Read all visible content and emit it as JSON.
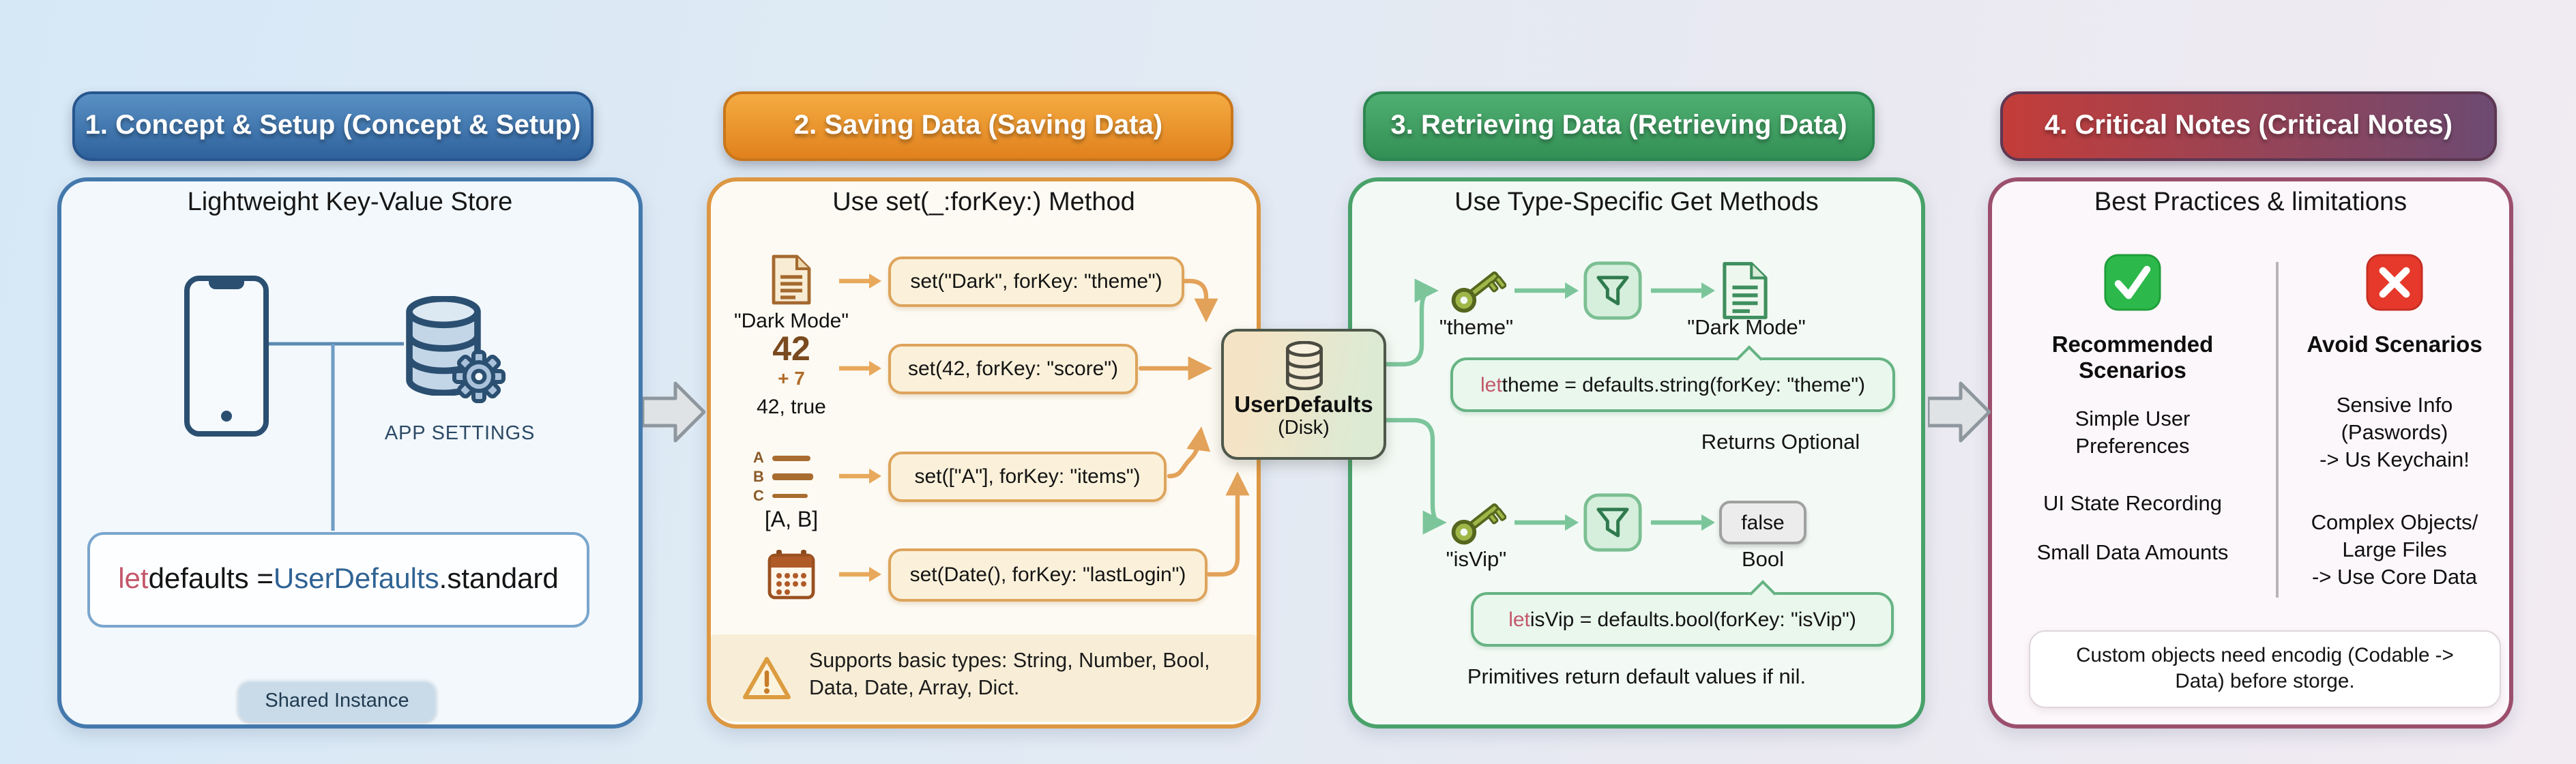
{
  "panel1": {
    "header": "1. Concept & Setup (Concept & Setup)",
    "subtitle": "Lightweight Key-Value Store",
    "app_settings_label": "APP SETTINGS",
    "code": {
      "kw": "let",
      "mid": " defaults = ",
      "cls": "UserDefaults",
      "tail": ".standard"
    },
    "badge": "Shared Instance"
  },
  "panel2": {
    "header": "2. Saving Data (Saving Data)",
    "subtitle": "Use set(_:forKey:) Method",
    "rows": [
      {
        "label": "\"Dark Mode\"",
        "code": "set(\"Dark\", forKey: \"theme\")"
      },
      {
        "value_main": "42",
        "value_extra": "+ 7",
        "label": "42, true",
        "code": "set(42, forKey: \"score\")"
      },
      {
        "list_letters": [
          "A",
          "B",
          "C"
        ],
        "label": "[A, B]",
        "code": "set([\"A\"], forKey: \"items\")"
      },
      {
        "code": "set(Date(), forKey: \"lastLogin\")"
      }
    ],
    "note": "Supports basic types: String, Number, Bool, Data, Date, Array, Dict."
  },
  "hub": {
    "title": "UserDefaults",
    "subtitle": "(Disk)"
  },
  "panel3": {
    "header": "3. Retrieving Data (Retrieving Data)",
    "subtitle": "Use Type-Specific Get Methods",
    "flow1": {
      "key_label": "\"theme\"",
      "result_label": "\"Dark Mode\"",
      "code_kw": "let",
      "code_body": " theme = defaults.string(forKey: \"theme\")",
      "note": "Returns Optional"
    },
    "flow2": {
      "key_label": "\"isVip\"",
      "result_value": "false",
      "result_type": "Bool",
      "code_kw": "let",
      "code_body": " isVip = defaults.bool(forKey: \"isVip\")",
      "note": "Primitives return default values if nil."
    }
  },
  "panel4": {
    "header": "4. Critical Notes (Critical Notes)",
    "subtitle": "Best Practices & limitations",
    "recommended": {
      "heading": "Recommended Scenarios",
      "items": [
        "Simple User\nPreferences",
        "UI State Recording",
        "Small Data Amounts"
      ]
    },
    "avoid": {
      "heading": "Avoid Scenarios",
      "items": [
        "Sensive Info\n(Paswords)\n-> Us Keychain!",
        "Complex Objects/\nLarge Files\n-> Use Core Data"
      ]
    },
    "note": "Custom objects need encodig (Codable ->\nData) before storge."
  },
  "icons": {
    "phone-icon": "smartphone outline",
    "database-icon": "database cylinder",
    "gear-icon": "⚙",
    "document-icon": "📄",
    "calendar-icon": "📅",
    "list-icon": "A/B/C list lines",
    "warning-icon": "⚠",
    "key-icon": "🔑",
    "filter-icon": "funnel",
    "check-icon": "✅",
    "cross-icon": "❌",
    "flow-arrow-icon": "→",
    "panel-arrow-icon": "⇨"
  },
  "colors": {
    "panel1_accent": "#3a6ea8",
    "panel2_accent": "#e0861f",
    "panel3_accent": "#3b9a61",
    "panel4_accent": "#b03a3a",
    "panel4_accent2": "#6d4a72",
    "code_keyword": "#c4576b",
    "code_type": "#2f6394",
    "hub_border": "#4e584a"
  }
}
